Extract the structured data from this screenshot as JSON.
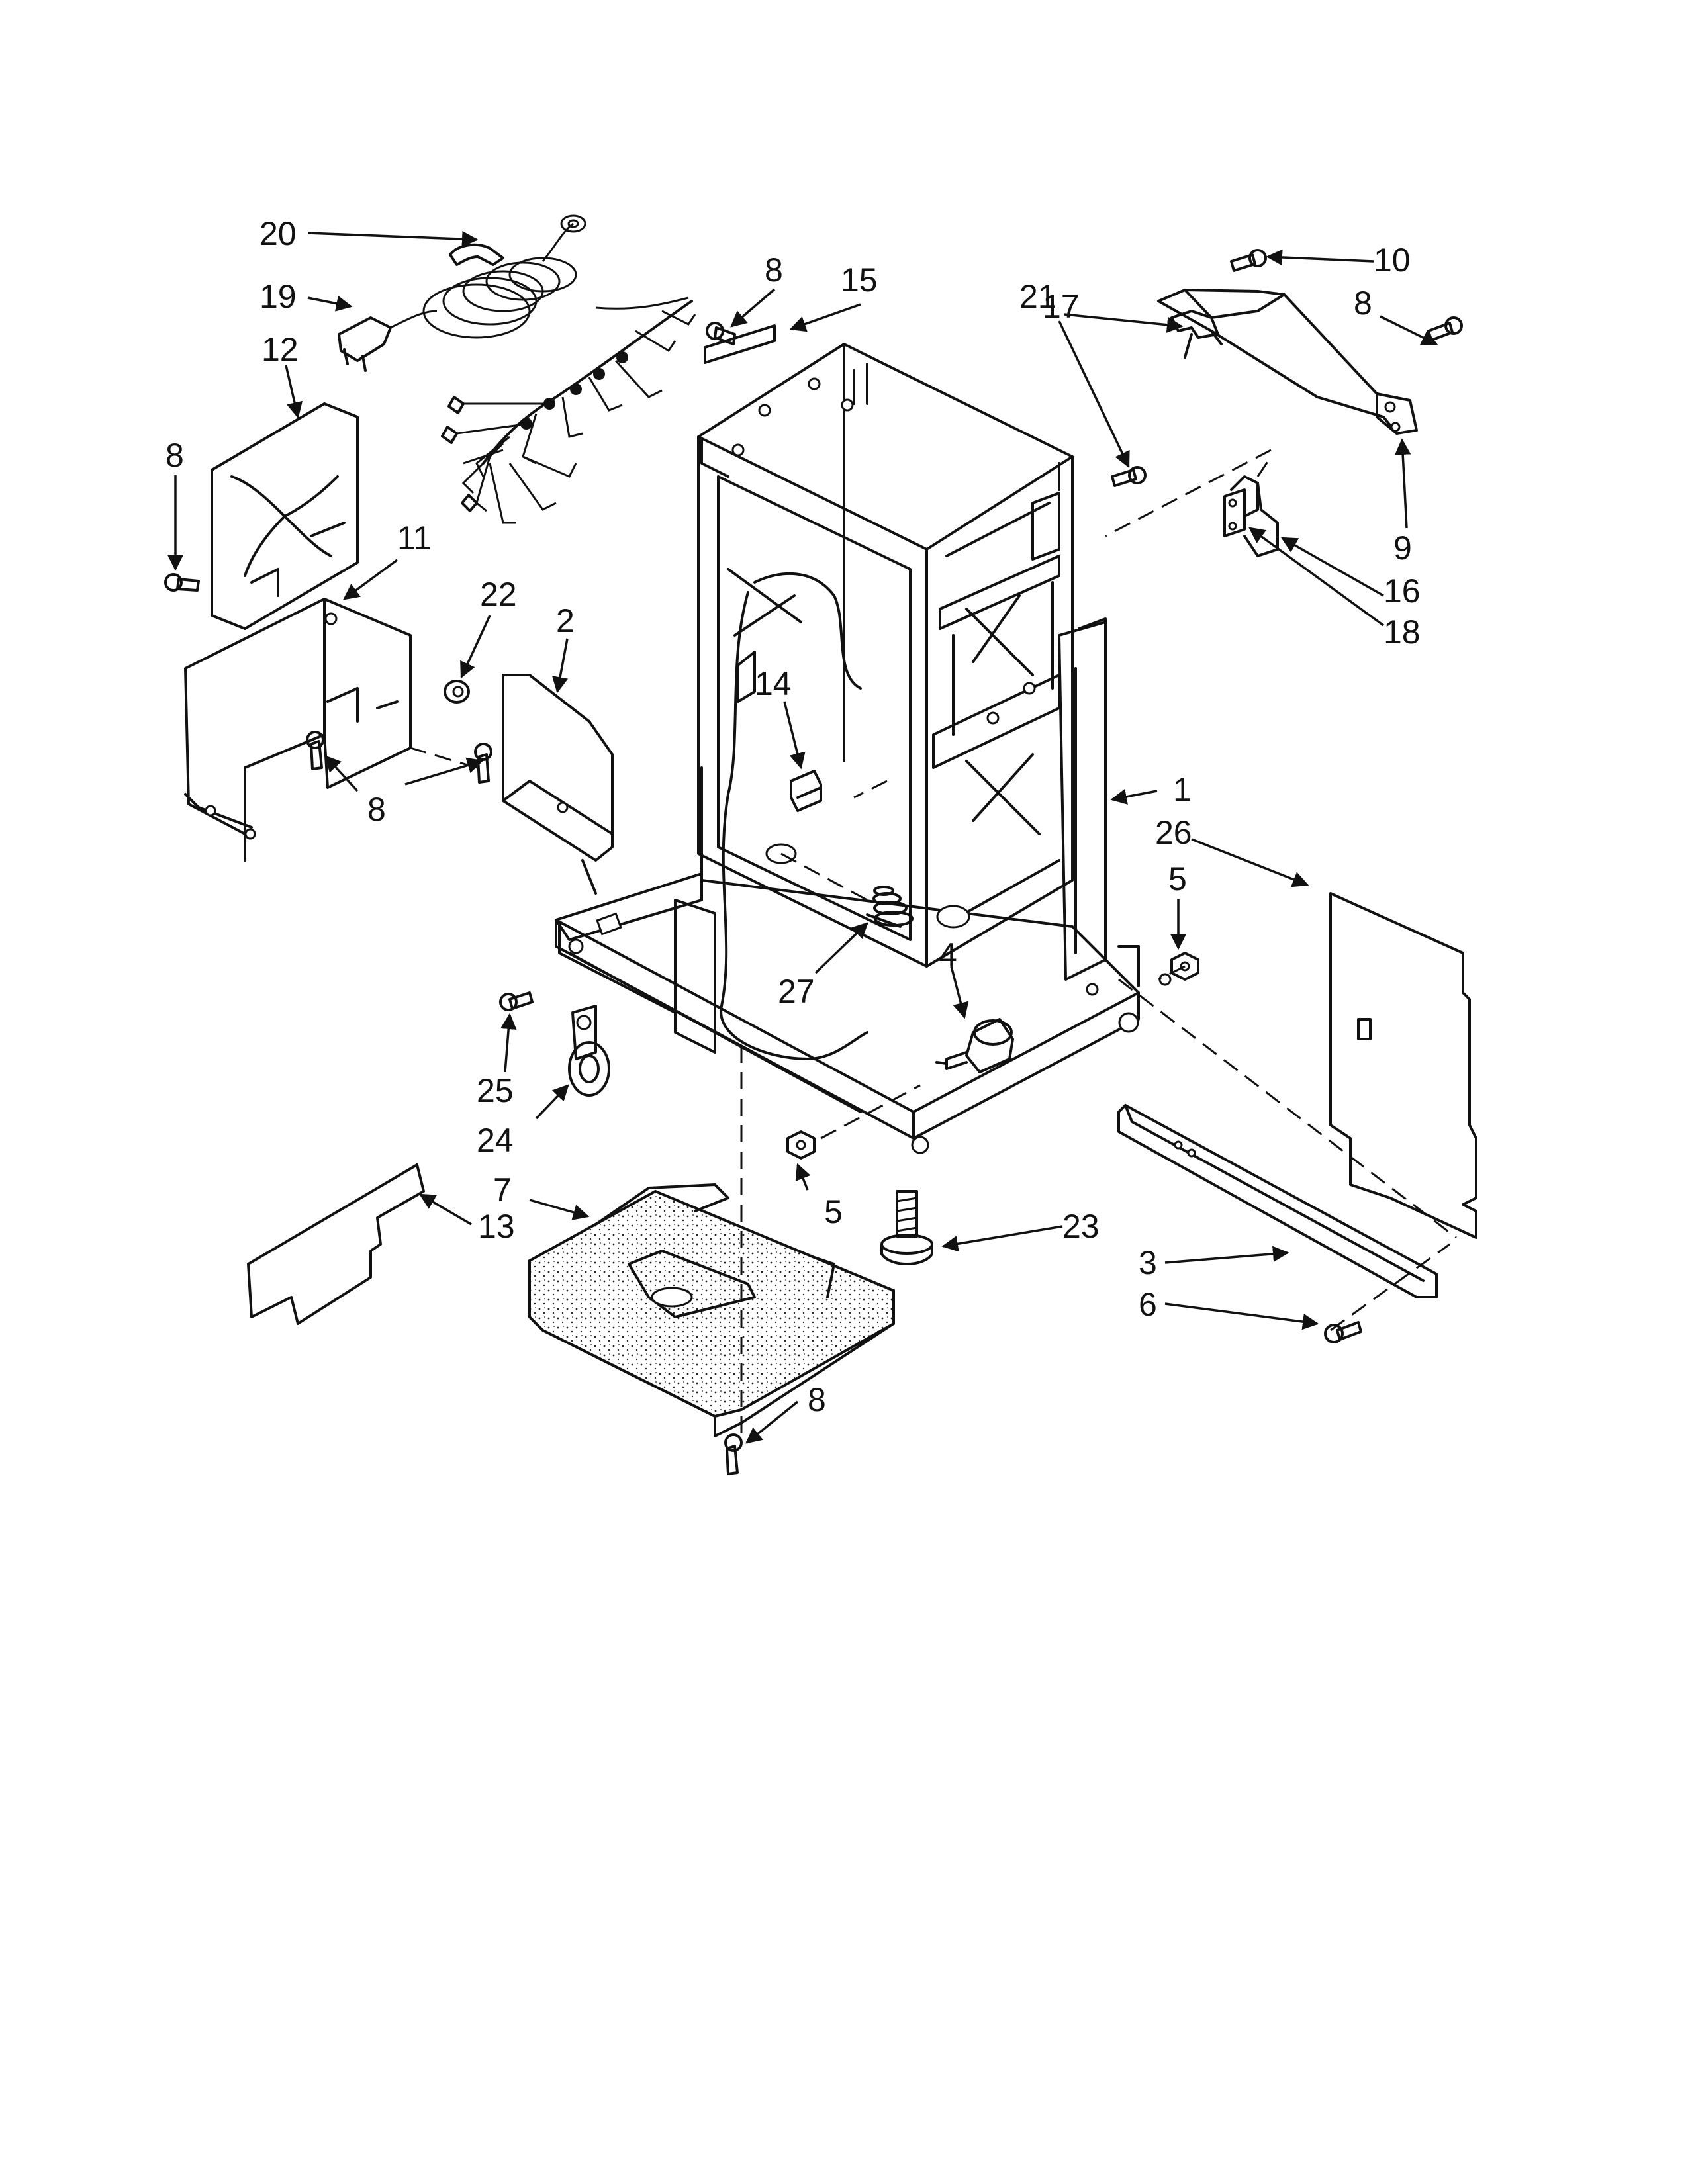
{
  "callouts": [
    {
      "label": "20"
    },
    {
      "label": "19"
    },
    {
      "label": "12"
    },
    {
      "label": "8"
    },
    {
      "label": "11"
    },
    {
      "label": "22"
    },
    {
      "label": "2"
    },
    {
      "label": "8"
    },
    {
      "label": "8"
    },
    {
      "label": "15"
    },
    {
      "label": "14"
    },
    {
      "label": "21"
    },
    {
      "label": "17"
    },
    {
      "label": "10"
    },
    {
      "label": "8"
    },
    {
      "label": "9"
    },
    {
      "label": "16"
    },
    {
      "label": "18"
    },
    {
      "label": "1"
    },
    {
      "label": "26"
    },
    {
      "label": "5"
    },
    {
      "label": "4"
    },
    {
      "label": "27"
    },
    {
      "label": "25"
    },
    {
      "label": "24"
    },
    {
      "label": "7"
    },
    {
      "label": "13"
    },
    {
      "label": "5"
    },
    {
      "label": "23"
    },
    {
      "label": "3"
    },
    {
      "label": "6"
    },
    {
      "label": "8"
    }
  ]
}
